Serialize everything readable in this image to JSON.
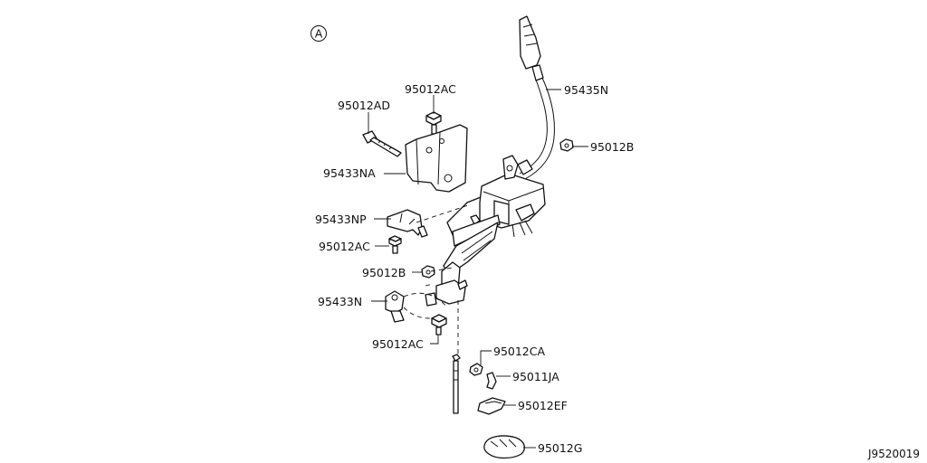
{
  "view_marker": "A",
  "reference_code": "J9520019",
  "parts": {
    "p95012AD": "95012AD",
    "p95012AC_top": "95012AC",
    "p95435N": "95435N",
    "p95012B_right": "95012B",
    "p95433NA": "95433NA",
    "p95433NP": "95433NP",
    "p95012AC_mid": "95012AC",
    "p95012B_left": "95012B",
    "p95433N": "95433N",
    "p95012AC_low": "95012AC",
    "p95012CA": "95012CA",
    "p95011JA": "95011JA",
    "p95012EF": "95012EF",
    "p95012G": "95012G"
  }
}
